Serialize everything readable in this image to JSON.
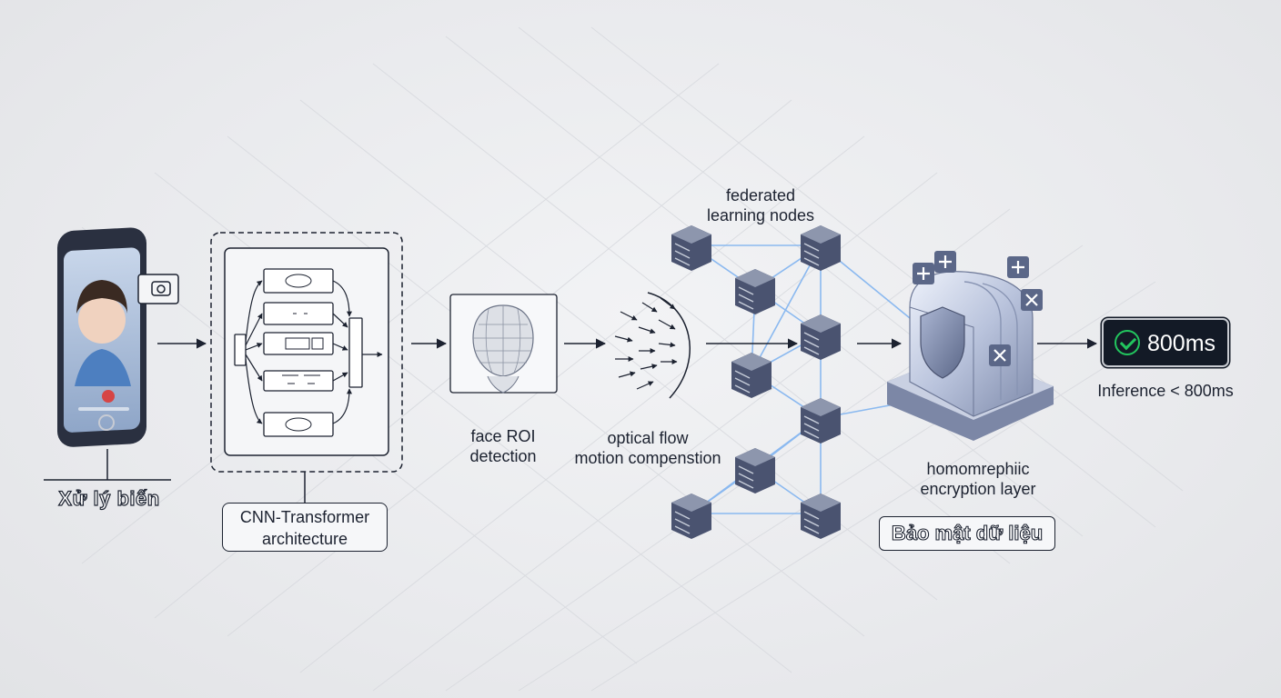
{
  "labels": {
    "edge_processing": "Xử lý biến",
    "cnn_line1": "CNN-Transformer",
    "cnn_line2": "architecture",
    "face_line1": "face ROI",
    "face_line2": "detection",
    "flow_line1": "optical flow",
    "flow_line2": "motion compenstion",
    "fed_line1": "federated",
    "fed_line2": "learning nodes",
    "homo_line1": "homomrephiic",
    "homo_line2": "encryption layer",
    "data_security": "Bảo mật dữ liệu",
    "latency_badge": "800ms",
    "inference": "Inference < 800ms"
  },
  "colors": {
    "stroke": "#1c2230",
    "link": "#7fb2f0",
    "server_top": "#8d96ad",
    "server_face": "#4a5370",
    "badge_bg": "#131a26",
    "check": "#22c55e",
    "vault": "#b9c3dc"
  },
  "icons": [
    "smartphone-icon",
    "camera-icon",
    "face-mesh-icon",
    "server-icon",
    "shield-icon",
    "plus-icon",
    "multiply-icon",
    "check-circle-icon"
  ]
}
